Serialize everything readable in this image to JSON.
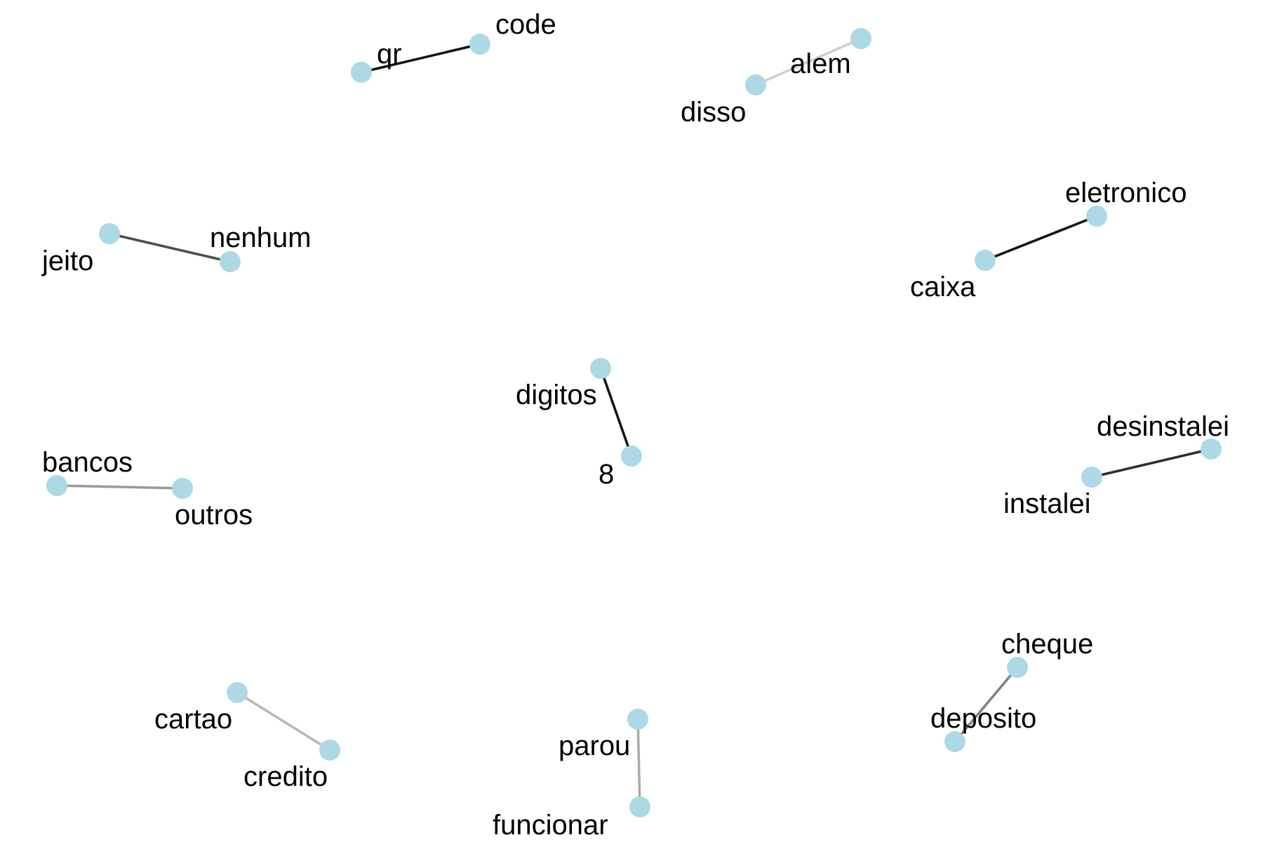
{
  "graph": {
    "node_color": "#add8e6",
    "label_color": "#000000",
    "bigrams": [
      {
        "id": "qr-code",
        "from": "qr",
        "to": "code",
        "edge_color": "#111111"
      },
      {
        "id": "alem-disso",
        "from": "alem",
        "to": "disso",
        "edge_color": "#cfcfcf"
      },
      {
        "id": "jeito-nenhum",
        "from": "jeito",
        "to": "nenhum",
        "edge_color": "#4d4d4d"
      },
      {
        "id": "caixa-eletronico",
        "from": "caixa",
        "to": "eletronico",
        "edge_color": "#111111"
      },
      {
        "id": "digitos-8",
        "from": "digitos",
        "to": "8",
        "edge_color": "#111111"
      },
      {
        "id": "instalei-desinstalei",
        "from": "instalei",
        "to": "desinstalei",
        "edge_color": "#2e2e2e"
      },
      {
        "id": "bancos-outros",
        "from": "bancos",
        "to": "outros",
        "edge_color": "#999999"
      },
      {
        "id": "cartao-credito",
        "from": "cartao",
        "to": "credito",
        "edge_color": "#b7b7b7"
      },
      {
        "id": "parou-funcionar",
        "from": "parou",
        "to": "funcionar",
        "edge_color": "#aaaaaa"
      },
      {
        "id": "cheque-deposito",
        "from": "cheque",
        "to": "deposito",
        "edge_color": "#808080"
      }
    ]
  }
}
